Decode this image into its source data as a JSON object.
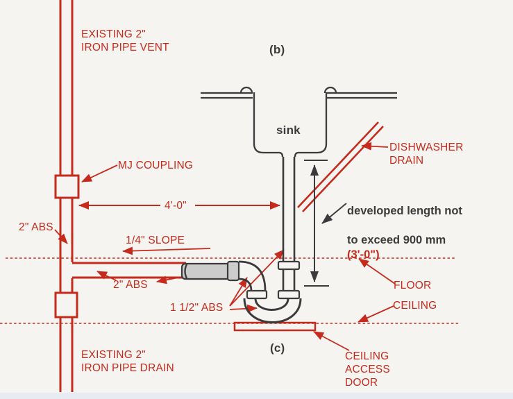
{
  "figure": {
    "panel_b_label": "(b)",
    "panel_c_label": "(c)",
    "sink_label": "sink"
  },
  "labels": {
    "vent": "EXISTING 2\"\nIRON PIPE VENT",
    "mj_coupling": "MJ COUPLING",
    "dim_4ft": "4'-0\"",
    "abs_2in_upper": "2\" ABS",
    "slope": "1/4\" SLOPE",
    "abs_2in_lower": "2\" ABS",
    "abs_1_5in": "1 1/2\" ABS",
    "dishwasher": "DISHWASHER\nDRAIN",
    "developed_line1": "developed length not",
    "developed_line2": "to exceed 900 mm",
    "developed_imperial": "(3'-0\")",
    "floor": "FLOOR",
    "ceiling": "CEILING",
    "access_door": "CEILING\nACCESS\nDOOR",
    "drain": "EXISTING 2\"\nIRON PIPE DRAIN"
  },
  "colors": {
    "annotation_red": "#c62a1c",
    "ink_dark": "#3b3b3b",
    "pipe_fill": "#cccccc",
    "background": "#f5f4f1",
    "bottom_band": "#e8ebf2"
  }
}
